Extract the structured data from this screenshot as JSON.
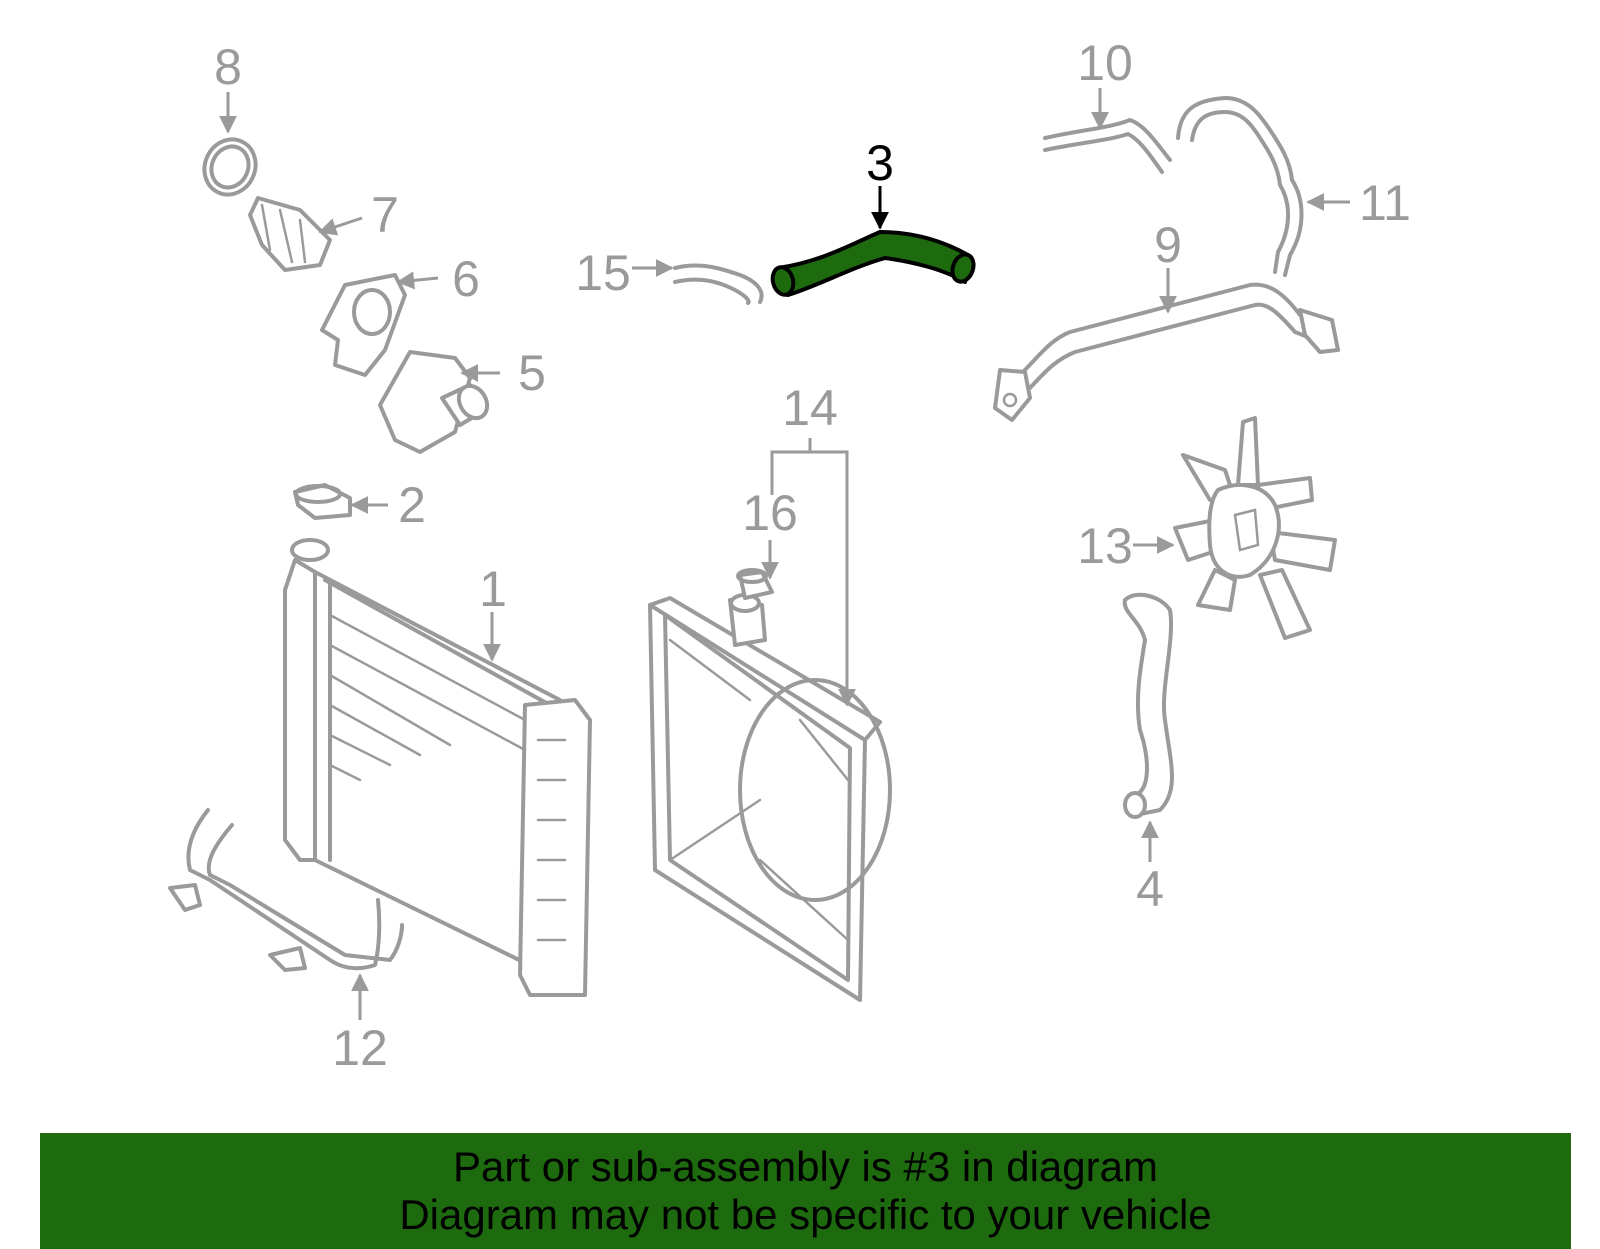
{
  "callouts": {
    "c1": "1",
    "c2": "2",
    "c3": "3",
    "c4": "4",
    "c5": "5",
    "c6": "6",
    "c7": "7",
    "c8": "8",
    "c9": "9",
    "c10": "10",
    "c11": "11",
    "c12": "12",
    "c13": "13",
    "c14": "14",
    "c15": "15",
    "c16": "16"
  },
  "highlighted_part": "3",
  "colors": {
    "highlight": "#1e6b0f",
    "line_art": "#9a9a9a",
    "banner": "#1e6b0f"
  },
  "banner": {
    "line1": "Part or sub-assembly is #3 in diagram",
    "line2": "Diagram may not be specific to your vehicle"
  }
}
